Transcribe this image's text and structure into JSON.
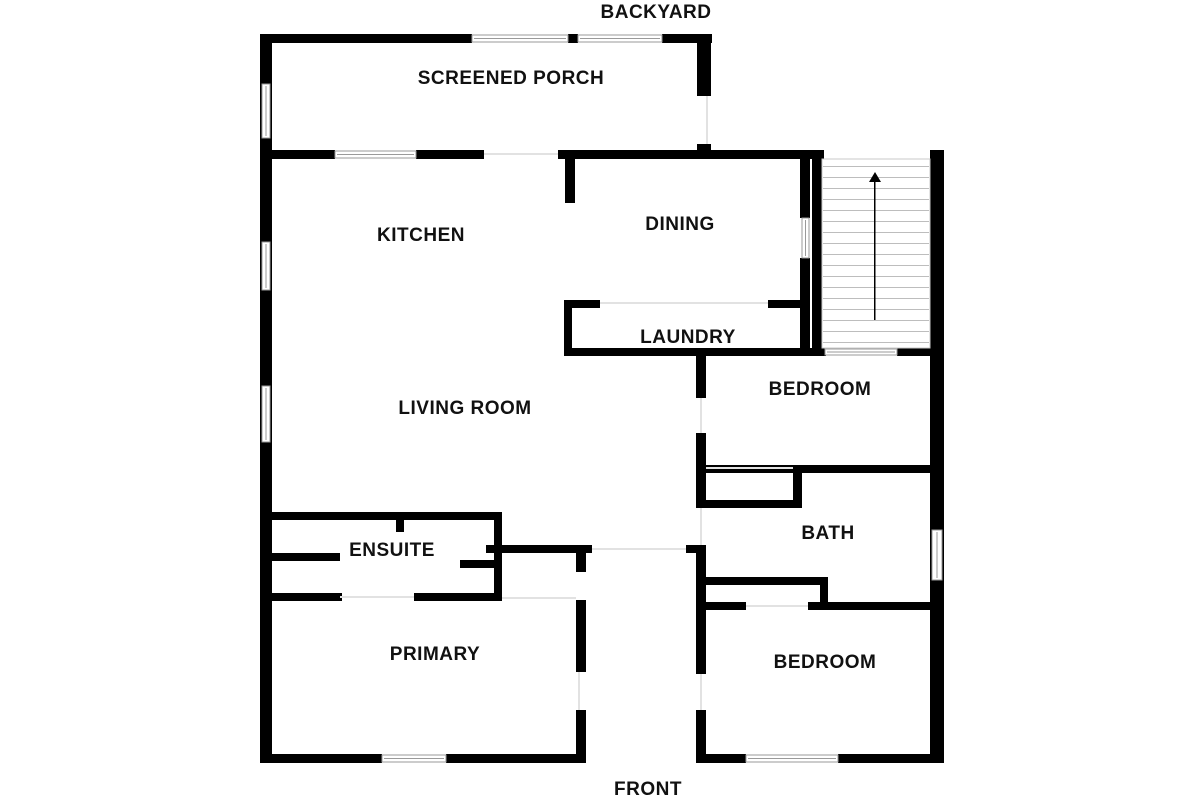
{
  "plan": {
    "outside": {
      "top": "BACKYARD",
      "bottom": "FRONT"
    },
    "rooms": {
      "screened_porch": "SCREENED PORCH",
      "kitchen": "KITCHEN",
      "dining": "DINING",
      "laundry": "LAUNDRY",
      "living_room": "LIVING ROOM",
      "bedroom_upper": "BEDROOM",
      "bath": "BATH",
      "ensuite": "ENSUITE",
      "primary": "PRIMARY",
      "bedroom_lower": "BEDROOM"
    },
    "colors": {
      "wall": "#000000",
      "window": "#9a9a9a",
      "background": "#ffffff"
    }
  }
}
